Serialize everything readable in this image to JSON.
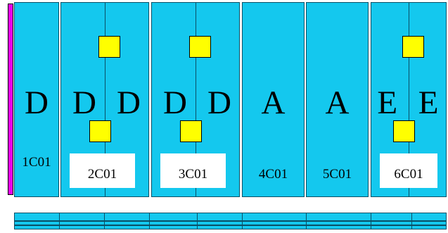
{
  "cabinets": [
    {
      "id": "1C01",
      "label": "1C01",
      "letters": [
        "D"
      ],
      "boxed_label": false,
      "squares": false
    },
    {
      "id": "2C01",
      "label": "2C01",
      "letters": [
        "D",
        "D"
      ],
      "boxed_label": true,
      "squares": true
    },
    {
      "id": "3C01",
      "label": "3C01",
      "letters": [
        "D",
        "D"
      ],
      "boxed_label": true,
      "squares": true
    },
    {
      "id": "4C01",
      "label": "4C01",
      "letters": [
        "A"
      ],
      "boxed_label": false,
      "squares": false
    },
    {
      "id": "5C01",
      "label": "5C01",
      "letters": [
        "A"
      ],
      "boxed_label": false,
      "squares": false
    },
    {
      "id": "6C01",
      "label": "6C01",
      "letters": [
        "E",
        "E"
      ],
      "boxed_label": true,
      "squares": true
    }
  ],
  "colors": {
    "panel_fill": "#14c8ee",
    "panel_border": "#0a4f66",
    "square_fill": "#ffff00",
    "side_bar": "#ee00ee",
    "label_box": "#ffffff"
  }
}
